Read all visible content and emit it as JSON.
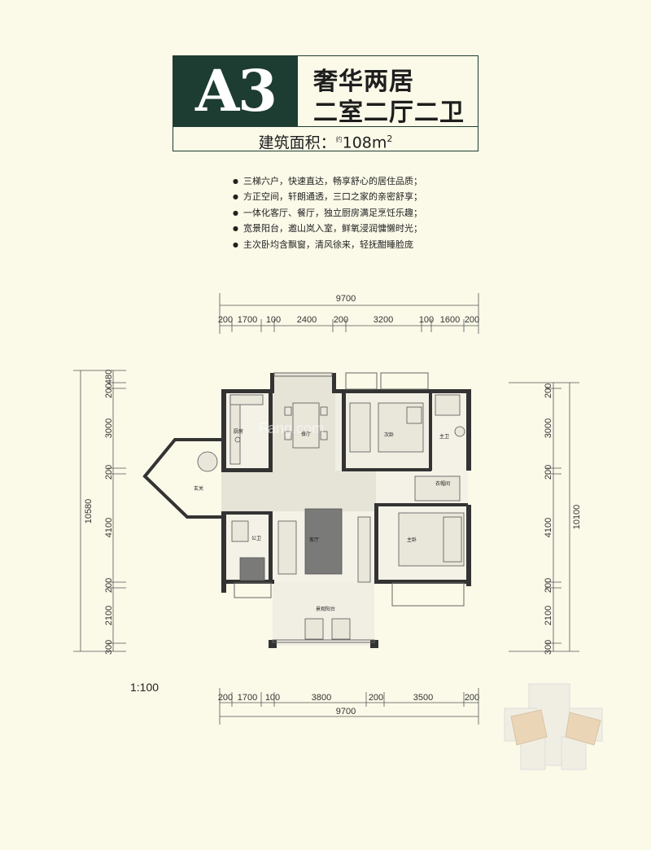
{
  "unit": {
    "code": "A3",
    "title_line1": "奢华两居",
    "title_line2": "二室二厅二卫",
    "area_label": "建筑面积：",
    "area_mark": "约",
    "area_value": "108m",
    "area_sup": "2"
  },
  "features": [
    "三梯六户，快速直达，畅享舒心的居住品质；",
    "方正空间，轩朗通透，三口之家的亲密舒享；",
    "一体化客厅、餐厅，独立厨房满足烹饪乐趣；",
    "宽景阳台，邀山岚入室，鲜氧浸润慵懒时光；",
    "主次卧均含飘窗，清风徐来，轻抚酣睡脸庞"
  ],
  "dimensions": {
    "top_total": "9700",
    "top_segments": [
      "200",
      "1700",
      "100",
      "2400",
      "200",
      "3200",
      "100",
      "1600",
      "200"
    ],
    "bottom_total": "9700",
    "bottom_segments": [
      "200",
      "1700",
      "100",
      "3800",
      "200",
      "3500",
      "200"
    ],
    "left_total": "10580",
    "left_segments": [
      "480",
      "200",
      "3000",
      "200",
      "4100",
      "200",
      "2100",
      "300"
    ],
    "right_total": "10100",
    "right_segments": [
      "200",
      "3000",
      "200",
      "4100",
      "200",
      "2100",
      "300"
    ]
  },
  "rooms": {
    "kitchen": "厨房",
    "dining": "餐厅",
    "second_bedroom": "次卧",
    "master_bath": "主卫",
    "entrance": "玄关",
    "closet": "衣帽间",
    "public_bath": "公卫",
    "living": "客厅",
    "master_bedroom": "主卧",
    "balcony": "景观阳台"
  },
  "scale": "1:100",
  "watermark": "Fang.com",
  "colors": {
    "brand": "#1e3d32",
    "background": "#fbf9e8"
  }
}
